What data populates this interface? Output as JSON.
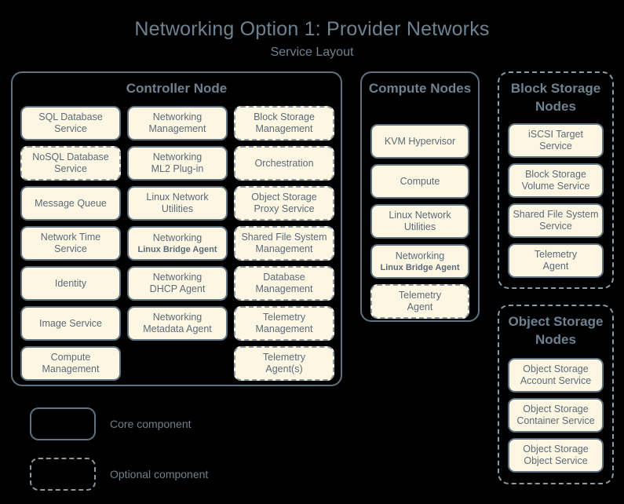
{
  "header": {
    "title": "Networking Option 1: Provider Networks",
    "subtitle": "Service Layout"
  },
  "colors": {
    "background": "#000000",
    "title_text": "#6f8290",
    "box_fill": "#fdf6e3",
    "box_text": "#5b6b78",
    "solid_border": "#5f7380",
    "dashed_border": "#8d9aa3"
  },
  "panels": {
    "controller": {
      "title": "Controller Node",
      "style": "core",
      "columns": [
        [
          {
            "line1": "SQL Database",
            "line2": "Service",
            "style": "core"
          },
          {
            "line1": "NoSQL Database",
            "line2": "Service",
            "style": "optional"
          },
          {
            "line1": "Message Queue",
            "line2": "",
            "style": "core"
          },
          {
            "line1": "Network Time",
            "line2": "Service",
            "style": "core"
          },
          {
            "line1": "Identity",
            "line2": "",
            "style": "core"
          },
          {
            "line1": "Image Service",
            "line2": "",
            "style": "core"
          },
          {
            "line1": "Compute",
            "line2": "Management",
            "style": "core"
          }
        ],
        [
          {
            "line1": "Networking",
            "line2": "Management",
            "style": "core"
          },
          {
            "line1": "Networking",
            "line2": "ML2 Plug-in",
            "style": "core"
          },
          {
            "line1": "Linux Network",
            "line2": "Utilities",
            "style": "core"
          },
          {
            "line1": "Networking",
            "line2": "Linux Bridge Agent",
            "style": "core",
            "second_line_small": true
          },
          {
            "line1": "Networking",
            "line2": "DHCP Agent",
            "style": "core"
          },
          {
            "line1": "Networking",
            "line2": "Metadata Agent",
            "style": "core"
          },
          {
            "line1": "",
            "line2": "",
            "style": "empty"
          }
        ],
        [
          {
            "line1": "Block Storage",
            "line2": "Management",
            "style": "optional"
          },
          {
            "line1": "Orchestration",
            "line2": "",
            "style": "optional"
          },
          {
            "line1": "Object Storage",
            "line2": "Proxy Service",
            "style": "optional"
          },
          {
            "line1": "Shared File System",
            "line2": "Management",
            "style": "optional"
          },
          {
            "line1": "Database",
            "line2": "Management",
            "style": "optional"
          },
          {
            "line1": "Telemetry",
            "line2": "Management",
            "style": "optional"
          },
          {
            "line1": "Telemetry",
            "line2": "Agent(s)",
            "style": "optional"
          }
        ]
      ]
    },
    "compute": {
      "title": "Compute Nodes",
      "style": "core",
      "items": [
        {
          "line1": "KVM Hypervisor",
          "line2": "",
          "style": "core"
        },
        {
          "line1": "Compute",
          "line2": "",
          "style": "core"
        },
        {
          "line1": "Linux Network",
          "line2": "Utilities",
          "style": "core"
        },
        {
          "line1": "Networking",
          "line2": "Linux Bridge Agent",
          "style": "core",
          "second_line_small": true
        },
        {
          "line1": "Telemetry",
          "line2": "Agent",
          "style": "optional"
        }
      ]
    },
    "block_storage": {
      "title": "Block Storage Nodes",
      "style": "optional",
      "items": [
        {
          "line1": "iSCSI Target",
          "line2": "Service",
          "style": "core"
        },
        {
          "line1": "Block Storage",
          "line2": "Volume Service",
          "style": "core"
        },
        {
          "line1": "Shared File System",
          "line2": "Service",
          "style": "core"
        },
        {
          "line1": "Telemetry",
          "line2": "Agent",
          "style": "core"
        }
      ]
    },
    "object_storage": {
      "title": "Object Storage Nodes",
      "style": "optional",
      "items": [
        {
          "line1": "Object Storage",
          "line2": "Account Service",
          "style": "core"
        },
        {
          "line1": "Object Storage",
          "line2": "Container Service",
          "style": "core"
        },
        {
          "line1": "Object Storage",
          "line2": "Object Service",
          "style": "core"
        }
      ]
    }
  },
  "legend": {
    "core_label": "Core component",
    "optional_label": "Optional component"
  }
}
